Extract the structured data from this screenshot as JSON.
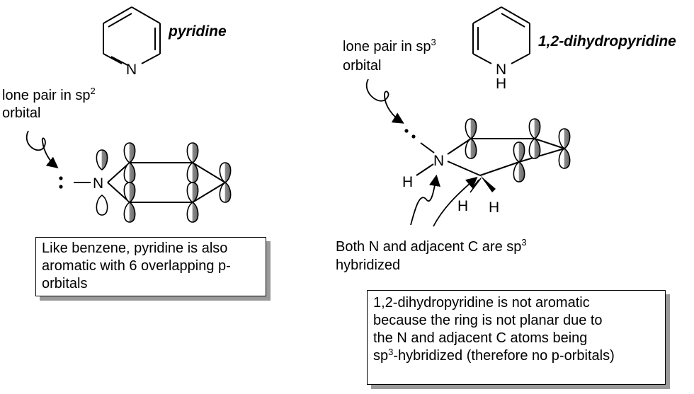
{
  "pyridine": {
    "name": "pyridine",
    "N": "N",
    "lone_pair_label": "lone pair in sp",
    "lone_pair_sup": "2",
    "lone_pair_label2": "orbital",
    "box_lines": [
      "Like benzene, pyridine is also",
      "aromatic with 6 overlapping p-",
      "orbitals"
    ]
  },
  "dihydro": {
    "name": "1,2-dihydropyridine",
    "N": "N",
    "H": "H",
    "lone_pair_label": "lone pair in sp",
    "lone_pair_sup": "3",
    "lone_pair_label2": "orbital",
    "both_label": "Both N and adjacent C are sp",
    "both_sup": "3",
    "both_label2": "hybridized",
    "box_line1": "1,2-dihydropyridine is not aromatic",
    "box_line2": "because the ring is not planar due to",
    "box_line3": "the N and adjacent C atoms being",
    "box_line4_sup": "3",
    "box_line4_prefix": "sp",
    "box_line4_rest": "-hybridized (therefore no p-orbitals)"
  },
  "lone_pair_dots": ":",
  "colors": {
    "stroke": "#000000",
    "box_shadow": "#9a9a9a",
    "orbital_fill": "#bdbdbd"
  }
}
